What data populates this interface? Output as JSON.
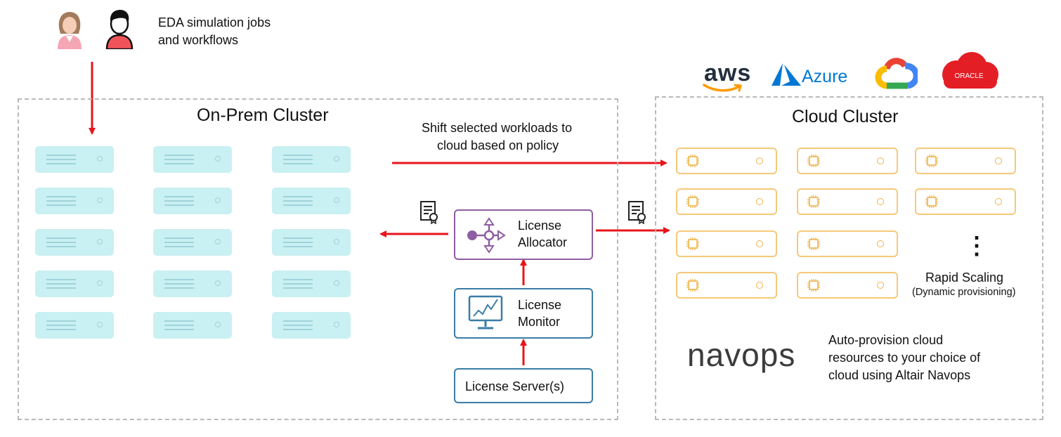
{
  "users": {
    "caption_line1": "EDA simulation jobs",
    "caption_line2": "and workflows"
  },
  "onprem": {
    "title": "On-Prem Cluster"
  },
  "cloud": {
    "title": "Cloud Cluster",
    "logos": [
      "aws",
      "Azure",
      "Google Cloud",
      "ORACLE"
    ]
  },
  "shift": {
    "line1": "Shift selected workloads to",
    "line2": "cloud based on policy"
  },
  "allocator": {
    "line1": "License",
    "line2": "Allocator"
  },
  "monitor": {
    "line1": "License",
    "line2": "Monitor"
  },
  "server": {
    "label": "License Server(s)"
  },
  "scaling": {
    "title": "Rapid Scaling",
    "subtitle": "(Dynamic provisioning)",
    "ellipsis": "⋮"
  },
  "navops": {
    "logo": "navops",
    "line1": "Auto-provision cloud",
    "line2": "resources to your choice of",
    "line3": "cloud using Altair Navops"
  },
  "colors": {
    "arrow": "#e8141b",
    "server": "#c9f0f2",
    "cloud_node": "#f5c97a",
    "allocator": "#8e5ea2",
    "monitor": "#3a7ca5"
  }
}
